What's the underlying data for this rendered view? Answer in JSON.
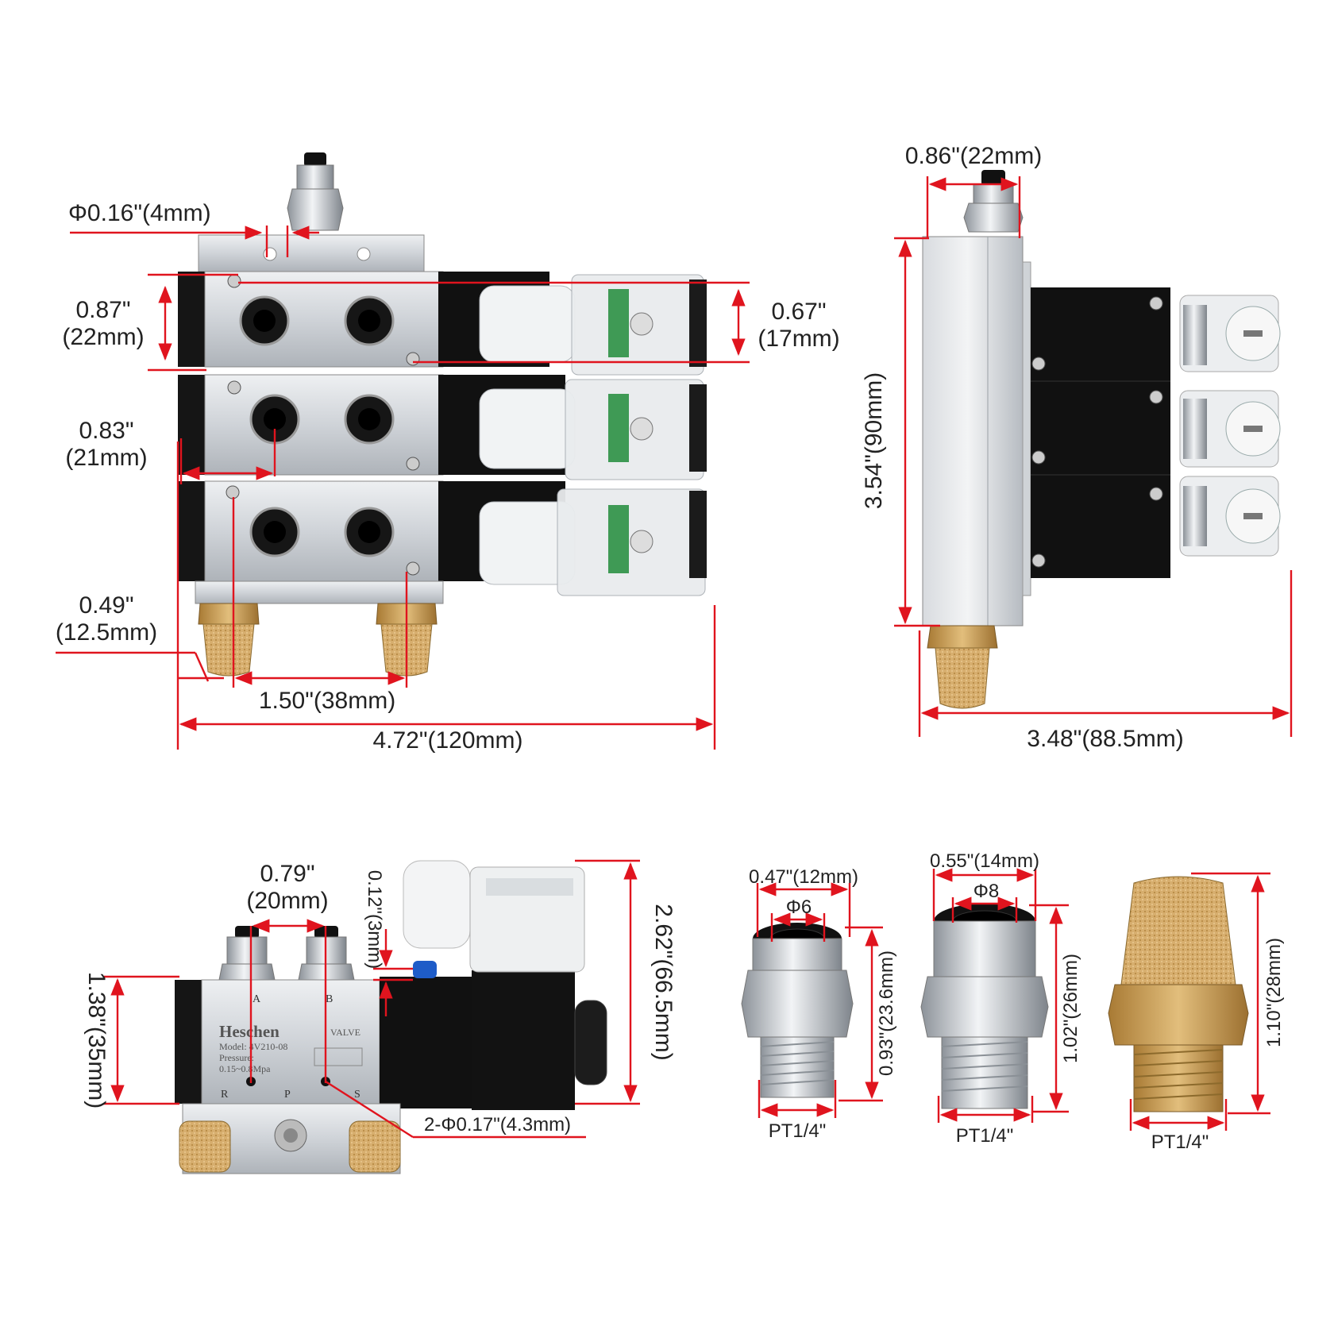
{
  "colors": {
    "dimension": "#e0141e",
    "aluminum": "#c9cdd2",
    "coil": "#141414",
    "brass": "#c8a25c",
    "chrome": "#b9bec4"
  },
  "front_view": {
    "port_diameter": "Φ0.16\"(4mm)",
    "row_height_in": "0.87\"",
    "row_height_mm": "(22mm)",
    "coil_height_in": "0.67\"",
    "coil_height_mm": "(17mm)",
    "port_offset_in": "0.83\"",
    "port_offset_mm": "(21mm)",
    "muffler_offset_in": "0.49\"",
    "muffler_offset_mm": "(12.5mm)",
    "muffler_spacing": "1.50\"(38mm)",
    "total_length": "4.72\"(120mm)"
  },
  "side_view": {
    "fitting_width": "0.86\"(22mm)",
    "height": "3.54\"(90mm)",
    "depth": "3.48\"(88.5mm)"
  },
  "single_valve": {
    "port_spacing_in": "0.79\"",
    "port_spacing_mm": "(20mm)",
    "gap": "0.12\"(3mm)",
    "overall_height": "2.62\"(66.5mm)",
    "body_height": "1.38\"(35mm)",
    "mount_holes": "2-Φ0.17\"(4.3mm)",
    "brand": "Heschen",
    "valve_word": "VALVE",
    "model": "Model: 4V210-08",
    "pressure_label": "Pressure:",
    "pressure": "0.15~0.8Mpa",
    "port_a": "A",
    "port_b": "B",
    "port_r": "R",
    "port_p": "P",
    "port_s": "S"
  },
  "fitting_6mm": {
    "outer": "0.47\"(12mm)",
    "inner": "Φ6",
    "height": "0.93\"(23.6mm)",
    "thread": "PT1/4\""
  },
  "fitting_8mm": {
    "outer": "0.55\"(14mm)",
    "inner": "Φ8",
    "height": "1.02\"(26mm)",
    "thread": "PT1/4\""
  },
  "muffler": {
    "height": "1.10\"(28mm)",
    "thread": "PT1/4\""
  }
}
